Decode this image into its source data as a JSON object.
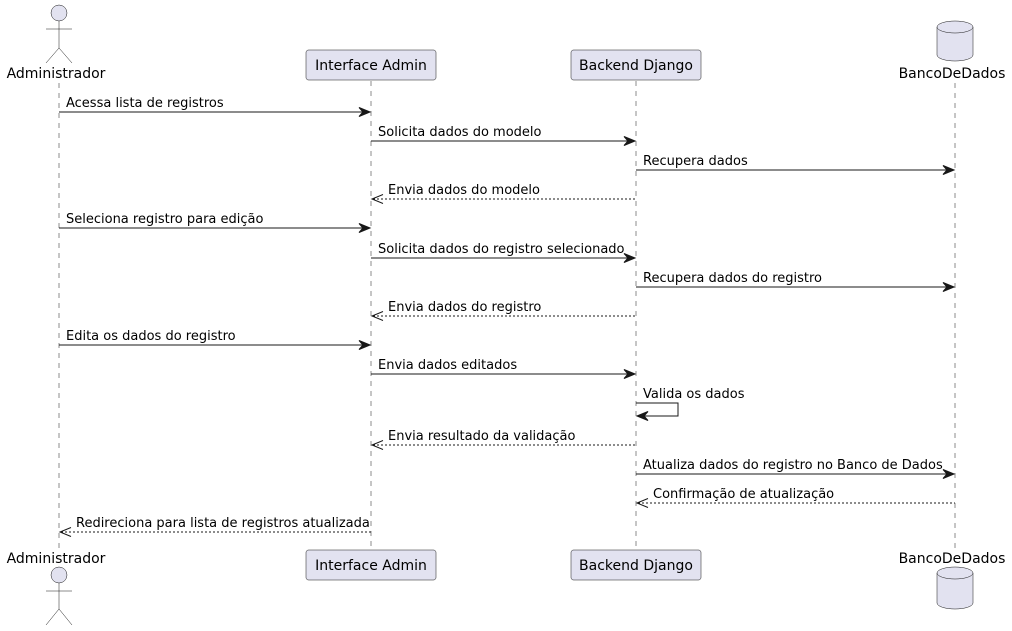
{
  "participants": {
    "admin": {
      "label": "Administrador",
      "kind": "actor"
    },
    "ui": {
      "label": "Interface Admin",
      "kind": "participant"
    },
    "backend": {
      "label": "Backend Django",
      "kind": "participant"
    },
    "db": {
      "label": "BancoDeDados",
      "kind": "database"
    }
  },
  "messages": [
    {
      "from": "admin",
      "to": "ui",
      "label": "Acessa lista de registros",
      "style": "solid"
    },
    {
      "from": "ui",
      "to": "backend",
      "label": "Solicita dados do modelo",
      "style": "solid"
    },
    {
      "from": "backend",
      "to": "db",
      "label": "Recupera dados",
      "style": "solid"
    },
    {
      "from": "backend",
      "to": "ui",
      "label": "Envia dados do modelo",
      "style": "dashed"
    },
    {
      "from": "admin",
      "to": "ui",
      "label": "Seleciona registro para edição",
      "style": "solid"
    },
    {
      "from": "ui",
      "to": "backend",
      "label": "Solicita dados do registro selecionado",
      "style": "solid"
    },
    {
      "from": "backend",
      "to": "db",
      "label": "Recupera dados do registro",
      "style": "solid"
    },
    {
      "from": "backend",
      "to": "ui",
      "label": "Envia dados do registro",
      "style": "dashed"
    },
    {
      "from": "admin",
      "to": "ui",
      "label": "Edita os dados do registro",
      "style": "solid"
    },
    {
      "from": "ui",
      "to": "backend",
      "label": "Envia dados editados",
      "style": "solid"
    },
    {
      "from": "backend",
      "to": "backend",
      "label": "Valida os dados",
      "style": "solid"
    },
    {
      "from": "backend",
      "to": "ui",
      "label": "Envia resultado da validação",
      "style": "dashed"
    },
    {
      "from": "backend",
      "to": "db",
      "label": "Atualiza dados do registro no Banco de Dados",
      "style": "solid"
    },
    {
      "from": "db",
      "to": "backend",
      "label": "Confirmação de atualização",
      "style": "dashed"
    },
    {
      "from": "ui",
      "to": "admin",
      "label": "Redireciona para lista de registros atualizada",
      "style": "dashed"
    }
  ],
  "colors": {
    "participant_fill": "#E2E2F0",
    "line": "#181818",
    "background": "#FFFFFF"
  }
}
